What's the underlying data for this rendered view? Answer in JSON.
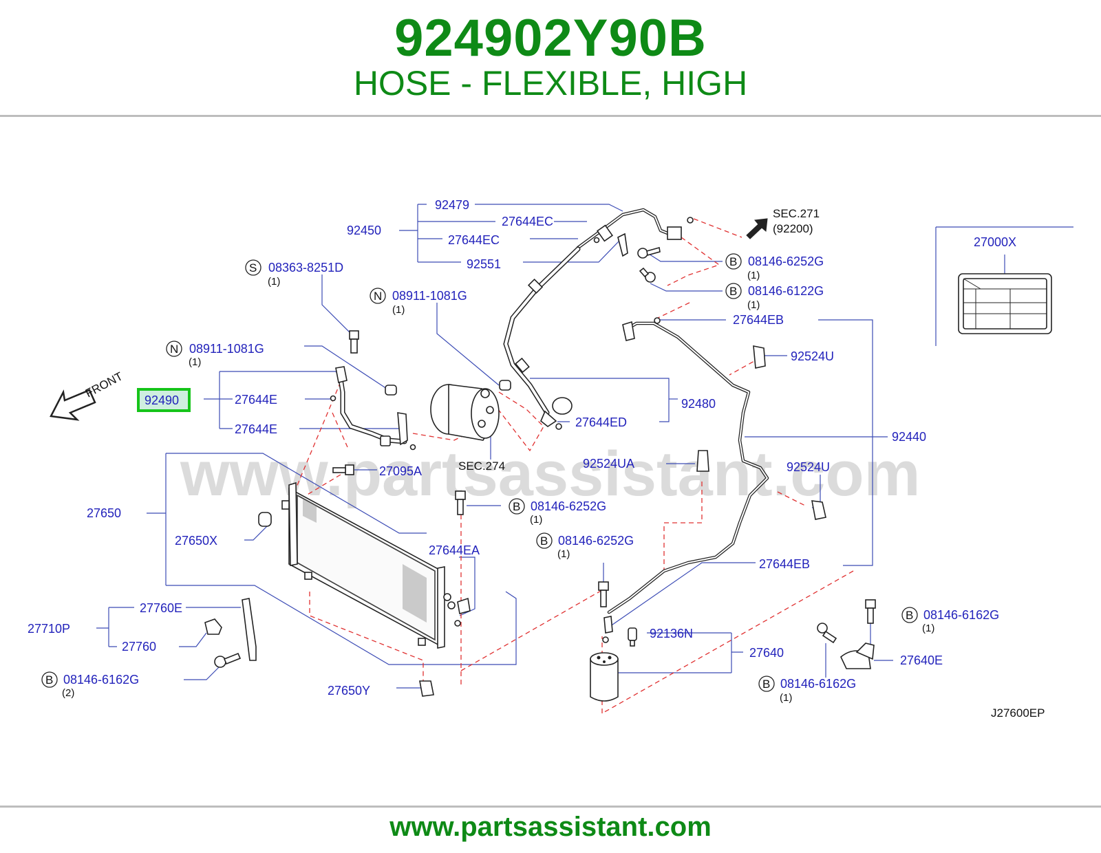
{
  "header": {
    "part_number": "924902Y90B",
    "description": "HOSE - FLEXIBLE, HIGH"
  },
  "footer": {
    "url": "www.partsassistant.com"
  },
  "diagram": {
    "watermark": "www.partsassistant.com",
    "front_label": "FRONT",
    "ref_code": "J27600EP",
    "highlighted": "92490",
    "callouts": {
      "p92479": "92479",
      "p92450": "92450",
      "p27644EC_a": "27644EC",
      "p27644EC_b": "27644EC",
      "p92551": "92551",
      "p08363": "08363-8251D",
      "p08911_a": "08911-1081G",
      "p08911_b": "08911-1081G",
      "p92490": "92490",
      "p27644E_a": "27644E",
      "p27644E_b": "27644E",
      "p92480": "92480",
      "p27644ED": "27644ED",
      "p27095A": "27095A",
      "p27650": "27650",
      "p27650X": "27650X",
      "p08146_6252G_a": "08146-6252G",
      "p08146_6252G_b": "08146-6252G",
      "p08146_6252G_c": "08146-6252G",
      "p08146_6122G": "08146-6122G",
      "p27644EA": "27644EA",
      "p27644EB_a": "27644EB",
      "p27644EB_b": "27644EB",
      "p92524U_a": "92524U",
      "p92524U_b": "92524U",
      "p92524UA": "92524UA",
      "p92440": "92440",
      "p27000X": "27000X",
      "p27760E": "27760E",
      "p27710P": "27710P",
      "p27760": "27760",
      "p08146_6162G_a": "08146-6162G",
      "p08146_6162G_b": "08146-6162G",
      "p08146_6162G_c": "08146-6162G",
      "p92136N": "92136N",
      "p27640": "27640",
      "p27640E": "27640E",
      "p27650Y": "27650Y"
    },
    "sections": {
      "sec271": "SEC.271",
      "sec271_sub": "(92200)",
      "sec274": "SEC.274"
    },
    "badges": {
      "s": "S",
      "n": "N",
      "b": "B"
    },
    "quantities": {
      "one": "(1)",
      "two": "(2)"
    }
  }
}
